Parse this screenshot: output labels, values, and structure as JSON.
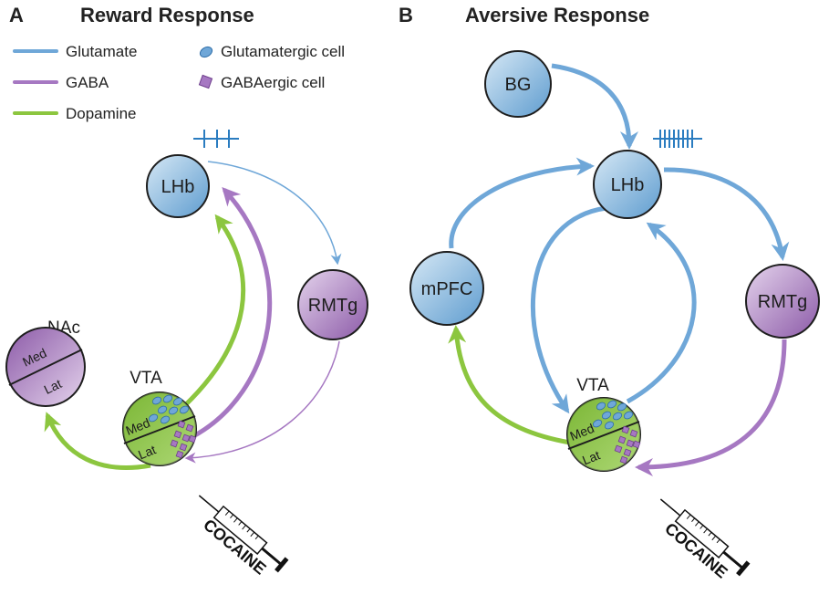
{
  "panels": {
    "a": {
      "letter": "A",
      "title": "Reward Response",
      "nodes": {
        "lhb": "LHb",
        "rmtg": "RMTg",
        "nac": "NAc",
        "nac_med": "Med",
        "nac_lat": "Lat",
        "vta": "VTA",
        "vta_med": "Med",
        "vta_lat": "Lat"
      },
      "drug": "COCAINE"
    },
    "b": {
      "letter": "B",
      "title": "Aversive Response",
      "nodes": {
        "bg": "BG",
        "lhb": "LHb",
        "mpfc": "mPFC",
        "rmtg": "RMTg",
        "vta": "VTA",
        "vta_med": "Med",
        "vta_lat": "Lat"
      },
      "drug": "COCAINE"
    }
  },
  "legend": {
    "glutamate": "Glutamate",
    "gaba": "GABA",
    "dopamine": "Dopamine",
    "glut_cell": "Glutamatergic cell",
    "gaba_cell": "GABAergic cell"
  },
  "colors": {
    "glutamate": "#6fa7d8",
    "gaba": "#a678c2",
    "dopamine": "#8cc63f",
    "node_blue_light": "#cfe3f3",
    "node_blue_dark": "#5e9ccf",
    "node_purple_light": "#dcc6e6",
    "node_purple_dark": "#8c5aa8",
    "vta_green": "#8cc63f",
    "spike": "#2a7cc0"
  }
}
